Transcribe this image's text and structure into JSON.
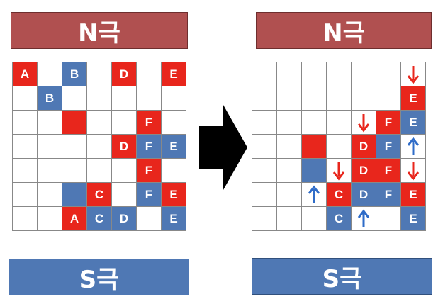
{
  "banners": {
    "north_left": "N극",
    "north_right": "N극",
    "south_left": "S극",
    "south_right": "S극"
  },
  "colors": {
    "red_cell": "#e8261c",
    "blue_cell": "#4f78b4",
    "north_banner": "#b05050",
    "south_banner": "#4f78b4",
    "red_arrow": "#e8261c",
    "blue_arrow": "#2f6cc8",
    "transition_arrow": "#000000"
  },
  "left_grid": {
    "rows": 7,
    "cols": 7,
    "cells": [
      {
        "row": 0,
        "col": 0,
        "color": "red",
        "label": "A"
      },
      {
        "row": 0,
        "col": 2,
        "color": "blue",
        "label": "B"
      },
      {
        "row": 0,
        "col": 4,
        "color": "red",
        "label": "D"
      },
      {
        "row": 0,
        "col": 6,
        "color": "red",
        "label": "E"
      },
      {
        "row": 1,
        "col": 1,
        "color": "blue",
        "label": "B"
      },
      {
        "row": 2,
        "col": 2,
        "color": "red",
        "label": ""
      },
      {
        "row": 2,
        "col": 5,
        "color": "red",
        "label": "F"
      },
      {
        "row": 3,
        "col": 4,
        "color": "red",
        "label": "D"
      },
      {
        "row": 3,
        "col": 5,
        "color": "blue",
        "label": "F"
      },
      {
        "row": 3,
        "col": 6,
        "color": "blue",
        "label": "E"
      },
      {
        "row": 4,
        "col": 5,
        "color": "red",
        "label": "F"
      },
      {
        "row": 5,
        "col": 2,
        "color": "blue",
        "label": ""
      },
      {
        "row": 5,
        "col": 3,
        "color": "red",
        "label": "C"
      },
      {
        "row": 5,
        "col": 5,
        "color": "blue",
        "label": "F"
      },
      {
        "row": 5,
        "col": 6,
        "color": "red",
        "label": "E"
      },
      {
        "row": 6,
        "col": 2,
        "color": "red",
        "label": "A"
      },
      {
        "row": 6,
        "col": 3,
        "color": "blue",
        "label": "C"
      },
      {
        "row": 6,
        "col": 4,
        "color": "blue",
        "label": "D"
      },
      {
        "row": 6,
        "col": 6,
        "color": "blue",
        "label": "E"
      }
    ]
  },
  "right_grid": {
    "rows": 7,
    "cols": 7,
    "cells": [
      {
        "row": 0,
        "col": 6,
        "color": "none",
        "label": "",
        "arrow": "down-red"
      },
      {
        "row": 1,
        "col": 6,
        "color": "red",
        "label": "E"
      },
      {
        "row": 2,
        "col": 4,
        "color": "none",
        "label": "",
        "arrow": "down-red"
      },
      {
        "row": 2,
        "col": 5,
        "color": "red",
        "label": "F"
      },
      {
        "row": 2,
        "col": 6,
        "color": "blue",
        "label": "E"
      },
      {
        "row": 3,
        "col": 2,
        "color": "red",
        "label": ""
      },
      {
        "row": 3,
        "col": 4,
        "color": "red",
        "label": "D"
      },
      {
        "row": 3,
        "col": 5,
        "color": "blue",
        "label": "F"
      },
      {
        "row": 3,
        "col": 6,
        "color": "none",
        "label": "",
        "arrow": "up-blue"
      },
      {
        "row": 4,
        "col": 2,
        "color": "blue",
        "label": ""
      },
      {
        "row": 4,
        "col": 3,
        "color": "none",
        "label": "",
        "arrow": "down-red"
      },
      {
        "row": 4,
        "col": 4,
        "color": "red",
        "label": "D"
      },
      {
        "row": 4,
        "col": 5,
        "color": "red",
        "label": "F"
      },
      {
        "row": 4,
        "col": 6,
        "color": "none",
        "label": "",
        "arrow": "down-red"
      },
      {
        "row": 5,
        "col": 2,
        "color": "none",
        "label": "",
        "arrow": "up-blue"
      },
      {
        "row": 5,
        "col": 3,
        "color": "red",
        "label": "C"
      },
      {
        "row": 5,
        "col": 4,
        "color": "blue",
        "label": "D"
      },
      {
        "row": 5,
        "col": 5,
        "color": "blue",
        "label": "F"
      },
      {
        "row": 5,
        "col": 6,
        "color": "red",
        "label": "E"
      },
      {
        "row": 6,
        "col": 3,
        "color": "blue",
        "label": "C"
      },
      {
        "row": 6,
        "col": 4,
        "color": "none",
        "label": "",
        "arrow": "up-blue"
      },
      {
        "row": 6,
        "col": 6,
        "color": "blue",
        "label": "E"
      }
    ]
  }
}
